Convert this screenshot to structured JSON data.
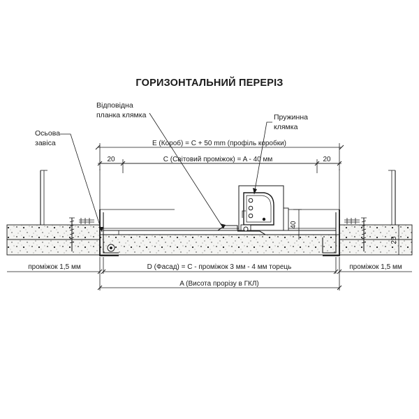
{
  "title": "ГОРИЗОНТАЛЬНИЙ ПЕРЕРІЗ",
  "callouts": {
    "strike_plate_line1": "Відповідна",
    "strike_plate_line2": "планка клямка",
    "spring_latch_line1": "Пружинна",
    "spring_latch_line2": "клямка",
    "pivot_hinge_line1": "Осьова",
    "pivot_hinge_line2": "завіса"
  },
  "dimensions": {
    "E": "E (Короб) = C + 50 mm (профіль коробки)",
    "C": "C (Світовий проміжок) = A - 40 мм",
    "left_20": "20",
    "right_20": "20",
    "gap_left": "проміжок 1,5 мм",
    "gap_right": "проміжок 1,5 мм",
    "D": "D (Фасад) = C - проміжок 3 мм - 4 мм торець",
    "A": "A (Висота прорізу в ГКЛ)",
    "v40": "40",
    "v25": "25"
  }
}
